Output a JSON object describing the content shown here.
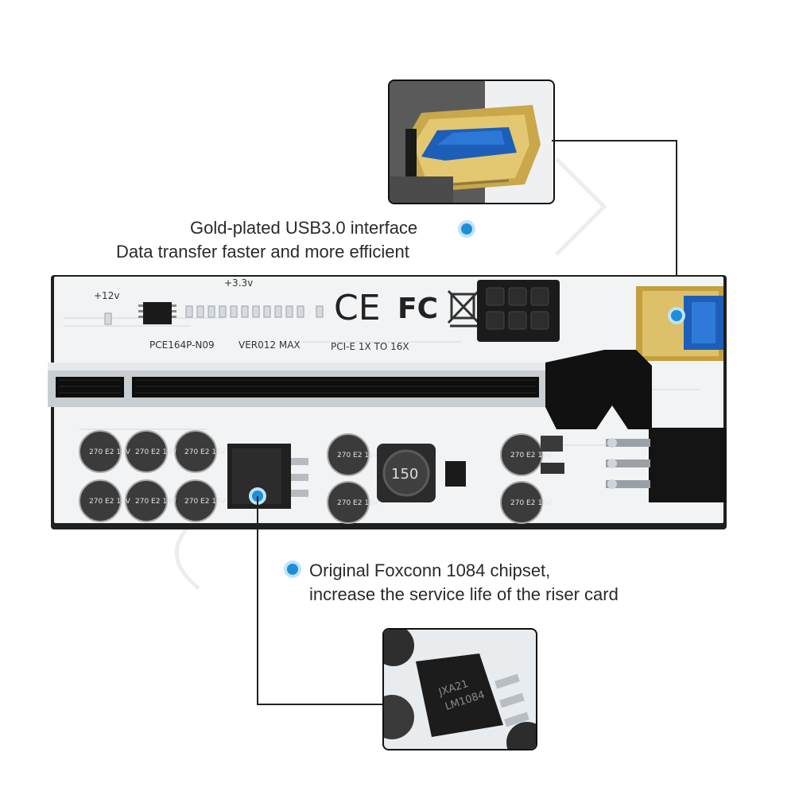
{
  "callouts": {
    "usb": {
      "title": "Gold-plated USB3.0 interface",
      "subtitle": "Data transfer faster and more efficient"
    },
    "chipset": {
      "title": "Original Foxconn 1084 chipset,",
      "subtitle": "increase the service life of the riser card"
    }
  },
  "colors": {
    "accent_dot": "#1e8fd6",
    "line": "#222222"
  }
}
